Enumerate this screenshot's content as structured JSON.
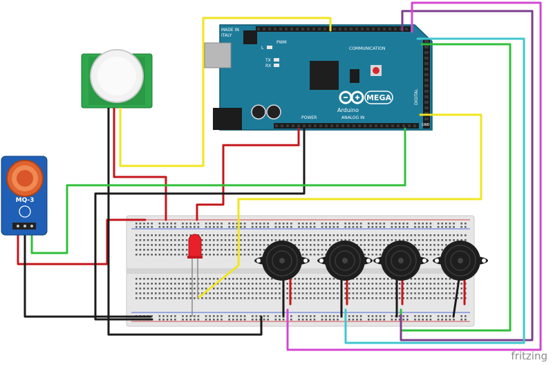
{
  "diagram": {
    "brand": "fritzing",
    "arduino": {
      "made_in": "MADE IN",
      "country": "ITALY",
      "pwm": "PWM",
      "l": "L",
      "tx": "TX",
      "rx": "RX",
      "communication": "COMMUNICATION",
      "mega": "MEGA",
      "wordmark": "Arduino",
      "power": "POWER",
      "analog_in": "ANALOG IN",
      "digital": "DIGITAL",
      "gnd": "GND"
    },
    "gas_sensor": {
      "model": "MQ-3"
    },
    "pir_sensor": {
      "label": ""
    },
    "breadboard": {
      "label": ""
    },
    "led": {
      "color": "#e8202a"
    },
    "buzzer_count": 4,
    "wire_colors": {
      "yellow": "#f0e51f",
      "red": "#c4141a",
      "black": "#1a1a1a",
      "green": "#2fbf3a",
      "purple": "#7b3d8c",
      "magenta": "#d347d0",
      "cyan": "#3fc6cf"
    }
  }
}
